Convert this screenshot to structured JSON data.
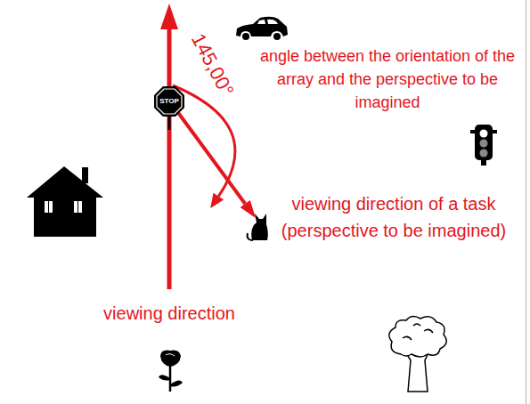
{
  "diagram": {
    "labels": [
      "145,00°",
      "angle between the orientation of the array and the perspective to be imagined",
      "STOP",
      "viewing direction of a task (perspective to be imagined)",
      "viewing direction"
    ]
  }
}
